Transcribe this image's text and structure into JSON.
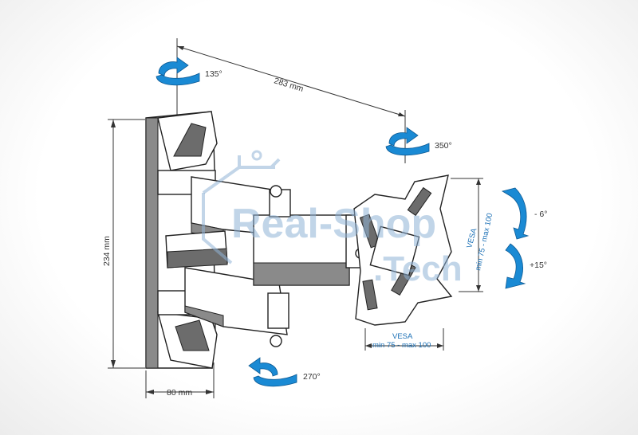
{
  "dimensions": {
    "arm_length": "283 mm",
    "height": "234 mm",
    "depth": "80 mm"
  },
  "rotations": {
    "wall_swivel": "135°",
    "head_swivel": "350°",
    "bottom_swivel": "270°",
    "tilt_up": "- 6°",
    "tilt_down": "+15°"
  },
  "vesa": {
    "horizontal_title": "VESA",
    "horizontal_range": "min 75 - max 100",
    "vertical_title": "VESA",
    "vertical_range": "min 75 - max 100"
  },
  "watermark": {
    "line1": "Real-Shop",
    "line2": ".Tech"
  },
  "colors": {
    "arrow": "#1a8ad4",
    "vesa_text": "#1a6fb5",
    "watermark": "#8fb3d6"
  }
}
